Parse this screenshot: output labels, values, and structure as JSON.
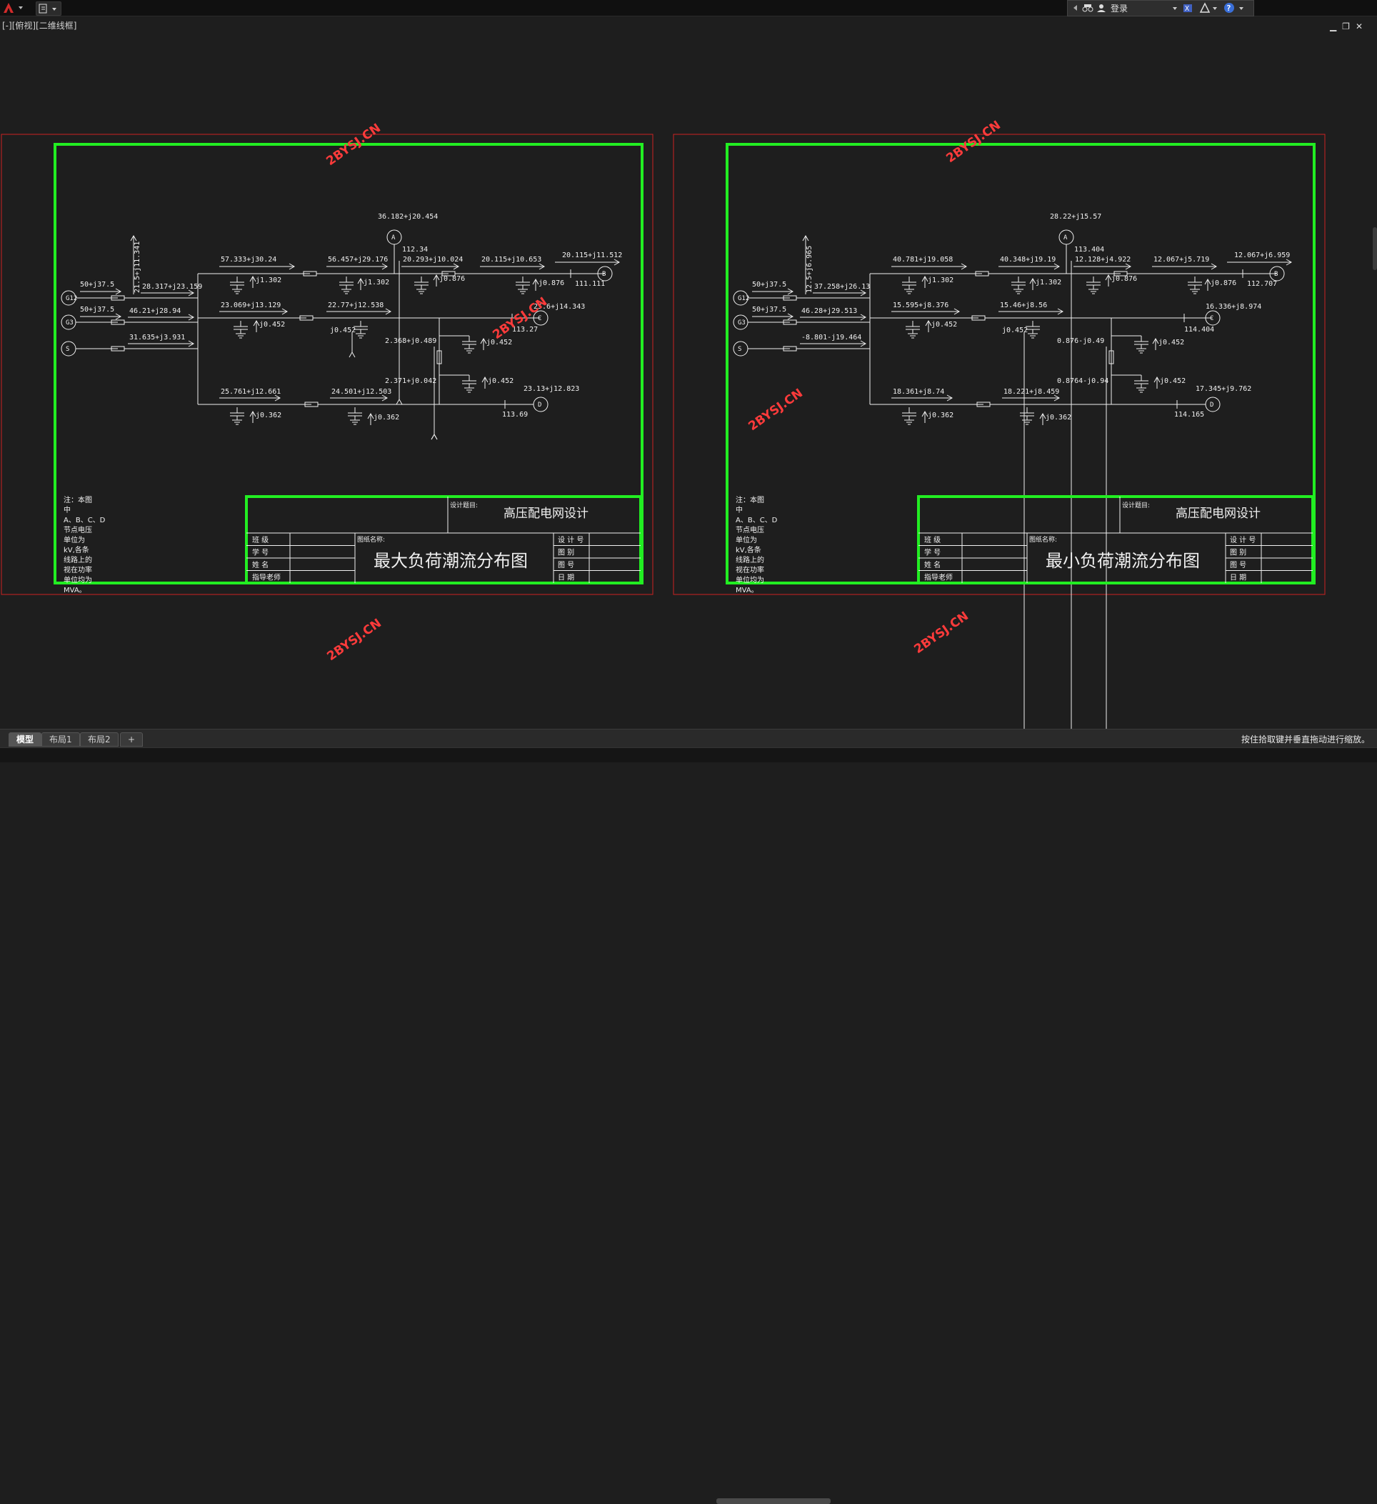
{
  "app": {
    "sign_in_label": "登录",
    "view_label": "[-][俯视][二维线框]",
    "hint": "按住拾取键并垂直拖动进行缩放。"
  },
  "tabs": [
    "模型",
    "布局1",
    "布局2",
    "+"
  ],
  "watermark": "2BYSJ.CN",
  "colors": {
    "frame": "#22ee22",
    "sheet_border": "#cc2222",
    "lines": "#f0f0f0",
    "watermark": "#ff3333",
    "background": "#1e1e1e"
  },
  "title_block": {
    "design_topic_label": "设计题目:",
    "design_topic": "高压配电网设计",
    "drawing_name_label": "图纸名称:",
    "row_labels": [
      "班 级",
      "学 号",
      "姓 名",
      "指导老师"
    ],
    "right_labels": [
      "设 计 号",
      "图 别",
      "图 号",
      "日 期"
    ]
  },
  "note_lines": [
    "注：本图",
    "中",
    "A、B、C、D",
    "节点电压",
    "单位为",
    "kV,各条",
    "线路上的",
    "视在功率",
    "单位均为",
    "MVA。"
  ],
  "sheets": [
    {
      "drawing_name": "最大负荷潮流分布图",
      "gen_g12": "50+j37.5",
      "gen_g3": "50+j37.5",
      "gen_vert": "21.5+j11.341",
      "l1": "28.317+j23.159",
      "l2": "46.21+j28.94",
      "l3": "31.635+j3.931",
      "a_top": "57.333+j30.24",
      "a_mid": "56.457+j29.176",
      "a_load": "36.182+j20.454",
      "a_volt": "112.34",
      "ab1": "20.293+j10.024",
      "ab2": "20.115+j10.653",
      "b_load": "20.115+j11.512",
      "b_volt": "111.111",
      "q1": "j1.302",
      "q2": "j1.302",
      "q3": "j0.876",
      "q4": "j0.876",
      "c1": "23.069+j13.129",
      "c2": "22.77+j12.538",
      "c_load": "25.6+j14.343",
      "c_volt": "113.27",
      "q5": "j0.452",
      "q6": "j0.452",
      "cd1": "2.368+j0.489",
      "cd2": "2.371+j0.042",
      "q7": "j0.452",
      "q8": "j0.452",
      "d1": "25.761+j12.661",
      "d2": "24.501+j12.503",
      "d_load": "23.13+j12.823",
      "d_volt": "113.69",
      "q9": "j0.362",
      "q10": "j0.362"
    },
    {
      "drawing_name": "最小负荷潮流分布图",
      "gen_g12": "50+j37.5",
      "gen_g3": "50+j37.5",
      "gen_vert": "12.5+j6.965",
      "l1": "37.258+j26.13",
      "l2": "46.28+j29.513",
      "l3": "-8.801-j19.464",
      "a_top": "40.781+j19.058",
      "a_mid": "40.348+j19.19",
      "a_load": "28.22+j15.57",
      "a_volt": "113.404",
      "ab1": "12.128+j4.922",
      "ab2": "12.067+j5.719",
      "b_load": "12.067+j6.959",
      "b_volt": "112.707",
      "q1": "j1.302",
      "q2": "j1.302",
      "q3": "j0.876",
      "q4": "j0.876",
      "c1": "15.595+j8.376",
      "c2": "15.46+j8.56",
      "c_load": "16.336+j8.974",
      "c_volt": "114.404",
      "q5": "j0.452",
      "q6": "j0.452",
      "cd1": "0.876-j0.49",
      "cd2": "0.8764-j0.94",
      "q7": "j0.452",
      "q8": "j0.452",
      "d1": "18.361+j8.74",
      "d2": "18.221+j8.459",
      "d_load": "17.345+j9.762",
      "d_volt": "114.165",
      "q9": "j0.362",
      "q10": "j0.362"
    }
  ]
}
